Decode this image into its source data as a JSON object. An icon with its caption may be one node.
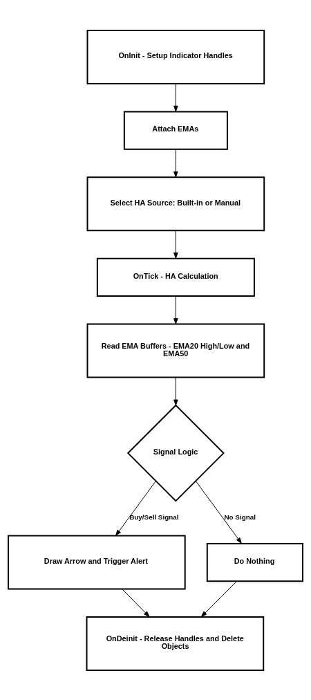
{
  "diagram": {
    "nodes": [
      {
        "text": [
          "OnInit - Setup Indicator Handles"
        ]
      },
      {
        "text": [
          "Attach EMAs"
        ]
      },
      {
        "text": [
          "Select HA Source: Built-in or Manual"
        ]
      },
      {
        "text": [
          "OnTick - HA Calculation"
        ]
      },
      {
        "text": [
          "Read EMA Buffers - EMA20 High/Low and EMA50"
        ]
      },
      {
        "text": [
          "Signal Logic"
        ]
      },
      {
        "text": [
          "Draw Arrow and Trigger Alert"
        ]
      },
      {
        "text": [
          "Do Nothing"
        ]
      },
      {
        "text": [
          "OnDeinit - Release Handles and Delete Objects"
        ]
      }
    ],
    "edges": [
      {
        "from": 0,
        "to": 1,
        "arrow": "to"
      },
      {
        "from": 1,
        "to": 2,
        "arrow": "to"
      },
      {
        "from": 2,
        "to": 3,
        "arrow": "to"
      },
      {
        "from": 3,
        "to": 4,
        "arrow": "to"
      },
      {
        "from": 4,
        "to": 5,
        "arrow": "to"
      },
      {
        "from": 5,
        "to": 6,
        "arrow": "to",
        "label": "Buy/Sell Signal"
      },
      {
        "from": 5,
        "to": 7,
        "arrow": "to",
        "label": "No Signal"
      },
      {
        "from": 6,
        "to": 8,
        "arrow": "to"
      },
      {
        "from": 7,
        "to": 8,
        "arrow": "to"
      }
    ]
  }
}
